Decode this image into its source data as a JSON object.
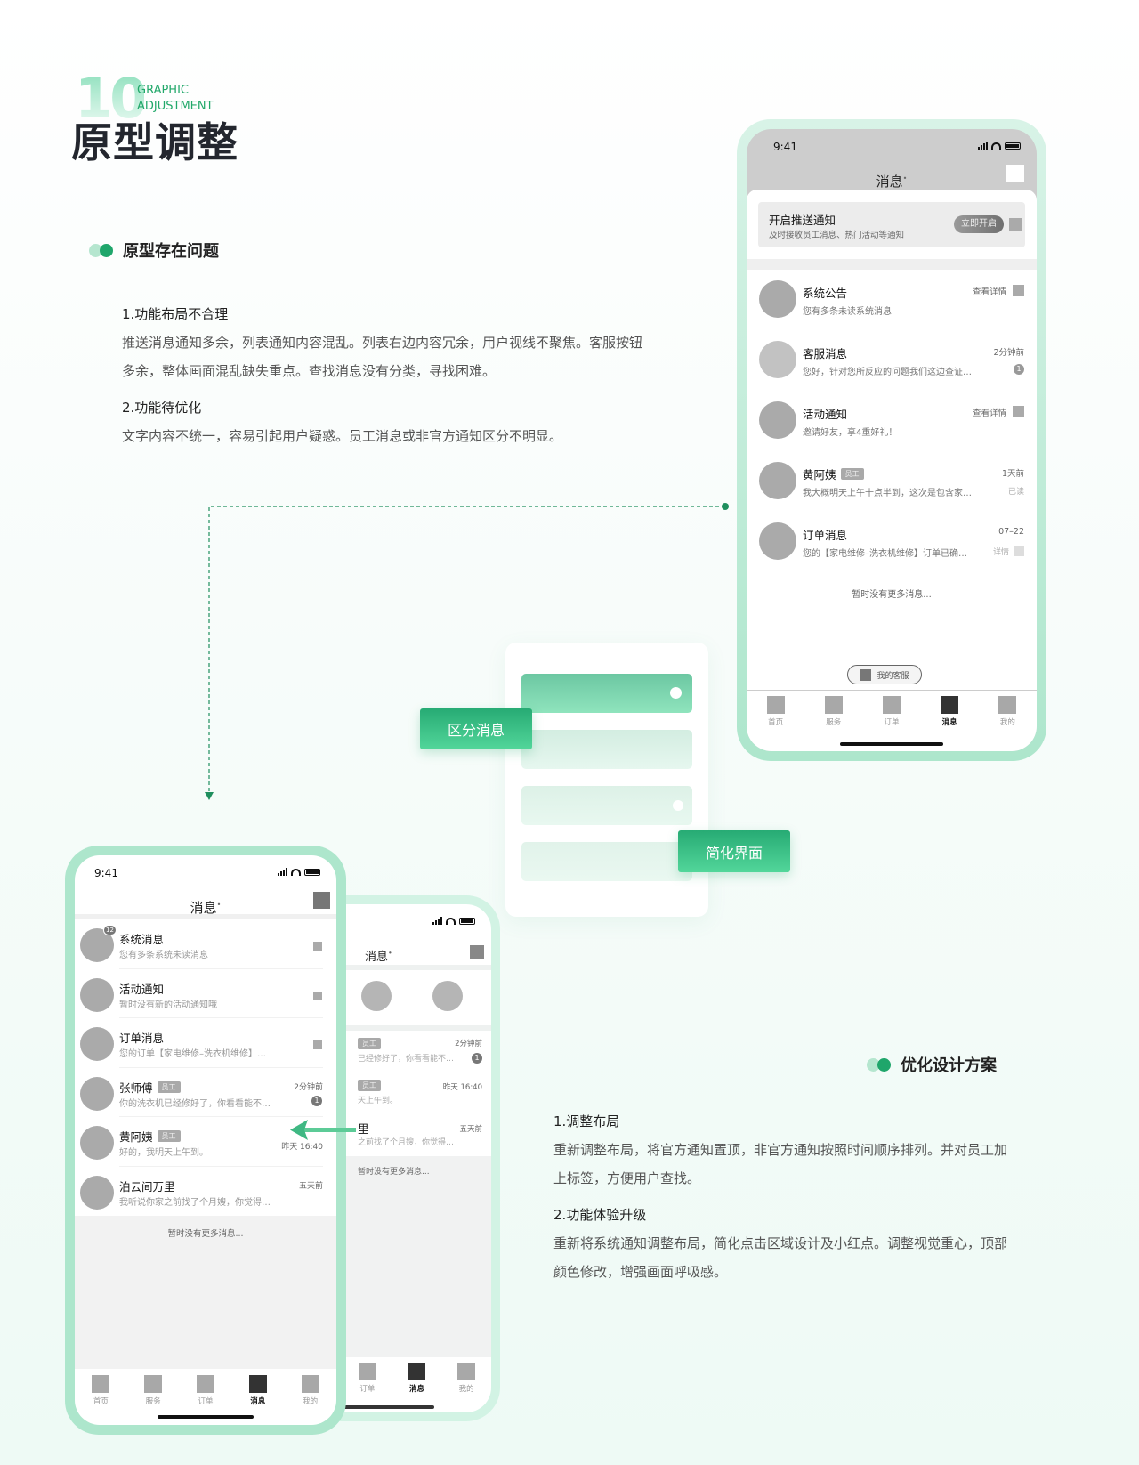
{
  "header": {
    "number": "10",
    "en_line1": "GRAPHIC",
    "en_line2": "ADJUSTMENT",
    "title": "原型调整"
  },
  "problems": {
    "heading": "原型存在问题",
    "points": [
      {
        "title": "1.功能布局不合理",
        "text": "推送消息通知多余，列表通知内容混乱。列表右边内容冗余，用户视线不聚焦。客服按钮多余，整体画面混乱缺失重点。查找消息没有分类，寻找困难。"
      },
      {
        "title": "2.功能待优化",
        "text": "文字内容不统一，容易引起用户疑惑。员工消息或非官方通知区分不明显。"
      }
    ]
  },
  "solution": {
    "heading": "优化设计方案",
    "points": [
      {
        "title": "1.调整布局",
        "text": "重新调整布局，将官方通知置顶，非官方通知按照时间顺序排列。并对员工加上标签，方便用户查找。"
      },
      {
        "title": "2.功能体验升级",
        "text": "重新将系统通知调整布局，简化点击区域设计及小红点。调整视觉重心，顶部颜色修改，增强画面呼吸感。"
      }
    ]
  },
  "labels": {
    "distinguish": "区分消息",
    "simplify": "简化界面"
  },
  "colors": {
    "accent": "#1fa66b",
    "accent_light": "#b5e6cf",
    "phone_frame": "#ade6cc"
  },
  "old_phone": {
    "time": "9:41",
    "title": "消息",
    "notice": {
      "title": "开启推送通知",
      "subtitle": "及时接收员工消息、热门活动等通知",
      "button": "立即开启"
    },
    "items": [
      {
        "title": "系统公告",
        "subtitle": "您有多条未读系统消息",
        "meta": "查看详情",
        "tag": "",
        "extra": ""
      },
      {
        "title": "客服消息",
        "subtitle": "您好，针对您所反应的问题我们这边查证…",
        "meta": "2分钟前",
        "tag": "",
        "extra": "1"
      },
      {
        "title": "活动通知",
        "subtitle": "邀请好友，享4重好礼！",
        "meta": "查看详情",
        "tag": "",
        "extra": ""
      },
      {
        "title": "黄阿姨",
        "subtitle": "我大概明天上午十点半到，这次是包含家…",
        "meta": "1天前",
        "tag": "员工",
        "extra": "已读"
      },
      {
        "title": "订单消息",
        "subtitle": "您的【家电维修–洗衣机维修】订单已确…",
        "meta": "07–22",
        "tag": "",
        "extra": "详情"
      }
    ],
    "no_more": "暂时没有更多消息...",
    "service_button": "我的客服",
    "tabs": [
      "首页",
      "服务",
      "订单",
      "消息",
      "我的"
    ],
    "active_tab": 3
  },
  "new_phone": {
    "time": "9:41",
    "title": "消息",
    "items": [
      {
        "title": "系统消息",
        "subtitle": "您有多条系统未读消息",
        "meta": "",
        "tag": "",
        "badge": "12",
        "unread": ""
      },
      {
        "title": "活动通知",
        "subtitle": "暂时没有新的活动通知哦",
        "meta": "",
        "tag": "",
        "badge": "",
        "unread": ""
      },
      {
        "title": "订单消息",
        "subtitle": "您的订单【家电维修–洗衣机维修】…",
        "meta": "",
        "tag": "",
        "badge": "",
        "unread": ""
      },
      {
        "title": "张师傅",
        "subtitle": "你的洗衣机已经修好了，你看看能不…",
        "meta": "2分钟前",
        "tag": "员工",
        "badge": "",
        "unread": "1"
      },
      {
        "title": "黄阿姨",
        "subtitle": "好的，我明天上午到。",
        "meta": "昨天 16:40",
        "tag": "员工",
        "badge": "",
        "unread": ""
      },
      {
        "title": "泊云间万里",
        "subtitle": "我听说你家之前找了个月嫂，你觉得…",
        "meta": "五天前",
        "tag": "",
        "badge": "",
        "unread": ""
      }
    ],
    "no_more": "暂时没有更多消息...",
    "tabs": [
      "首页",
      "服务",
      "订单",
      "消息",
      "我的"
    ],
    "active_tab": 3
  },
  "alt_phone": {
    "title": "消息",
    "items": [
      {
        "subtitle": "已经修好了，你看看能不…",
        "meta": "2分钟前",
        "tag": "员工",
        "unread": "1"
      },
      {
        "subtitle": "天上午到。",
        "meta": "昨天 16:40",
        "tag": "员工",
        "unread": ""
      },
      {
        "title": "里",
        "subtitle": "之前找了个月嫂，你觉得…",
        "meta": "五天前",
        "tag": "",
        "unread": ""
      }
    ],
    "no_more": "暂时没有更多消息...",
    "tabs": [
      "订单",
      "消息",
      "我的"
    ],
    "active_tab": 1
  }
}
